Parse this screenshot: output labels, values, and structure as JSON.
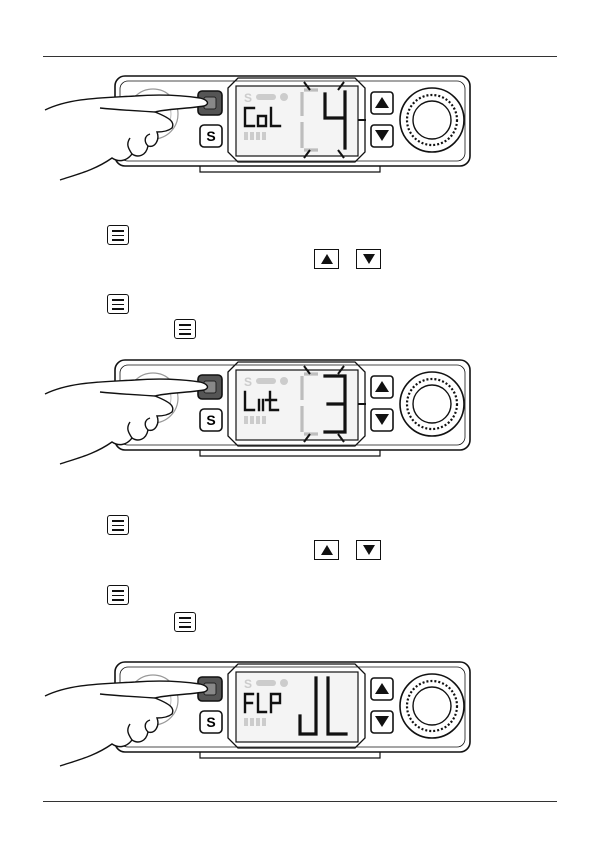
{
  "panels": [
    {
      "id": "col",
      "display_text": "CoL",
      "display_digit": "4",
      "blinking": true
    },
    {
      "id": "lit",
      "display_text": "LIt",
      "display_digit": "3",
      "blinking": true
    },
    {
      "id": "flp",
      "display_text": "FLP",
      "display_digit": "JL",
      "blinking": false
    }
  ],
  "key_labels": {
    "s_key": "S",
    "s_indicator": "S"
  },
  "icons": {
    "menu": "menu-key-icon",
    "up": "up-arrow-key-icon",
    "down": "down-arrow-key-icon"
  }
}
